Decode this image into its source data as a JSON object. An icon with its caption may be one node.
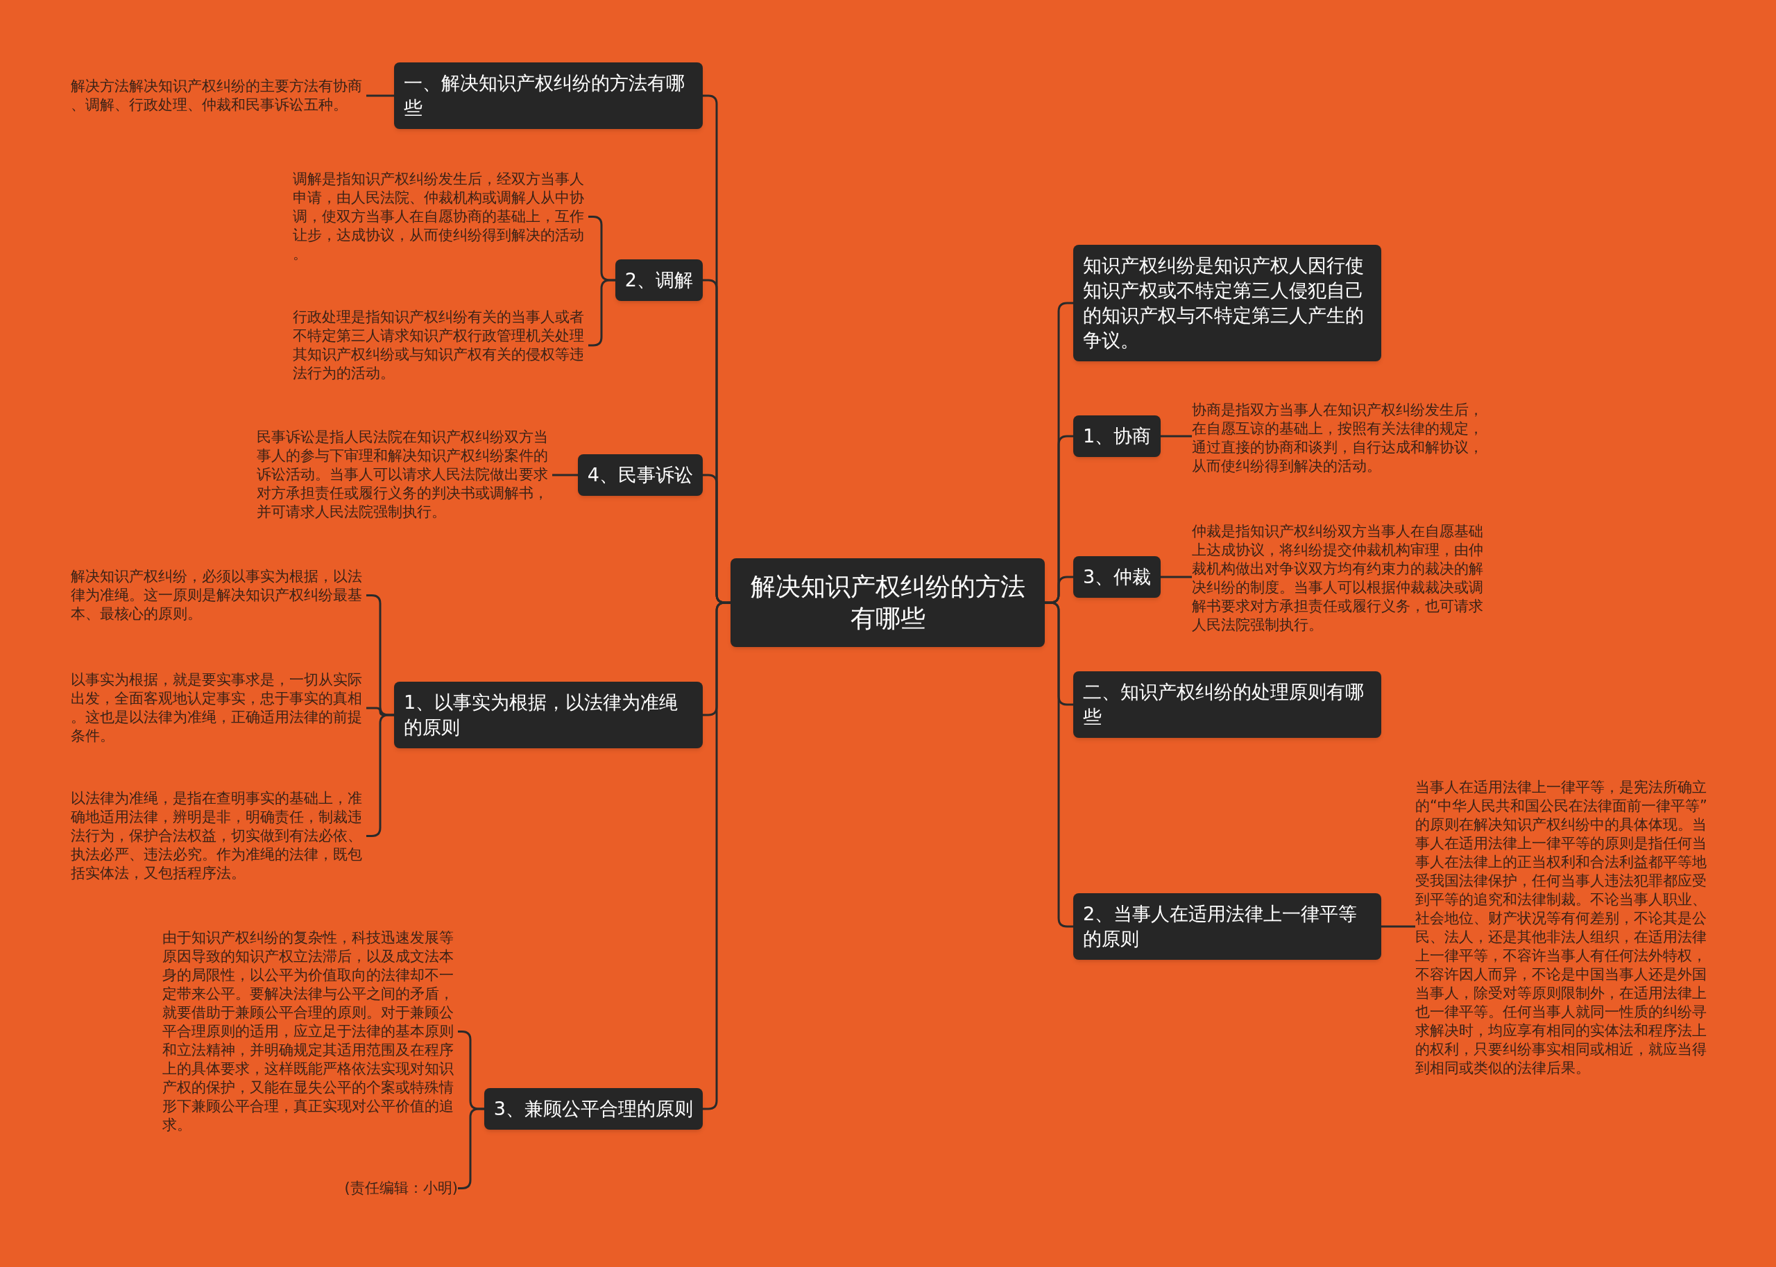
{
  "diagram": {
    "nodes": [
      {
        "text": [
          "解决知识产权纠纷的方法有哪些"
        ]
      },
      {
        "text": [
          "一、解决知识产权纠纷的方法有哪些"
        ]
      },
      {
        "text": [
          "解决方法解决知识产权纠纷的主要方法有协商、调解、行政处理、仲裁和民事诉讼五种。"
        ]
      },
      {
        "text": [
          "2、调解"
        ]
      },
      {
        "text": [
          "调解是指知识产权纠纷发生后，经双方当事人申请，由人民法院、仲裁机构或调解人从中协调，使双方当事人在自愿协商的基础上，互作让步，达成协议，从而使纠纷得到解决的活动。"
        ]
      },
      {
        "text": [
          "行政处理是指知识产权纠纷有关的当事人或者不特定第三人请求知识产权行政管理机关处理其知识产权纠纷或与知识产权有关的侵权等违法行为的活动。"
        ]
      },
      {
        "text": [
          "4、民事诉讼"
        ]
      },
      {
        "text": [
          "民事诉讼是指人民法院在知识产权纠纷双方当事人的参与下审理和解决知识产权纠纷案件的诉讼活动。当事人可以请求人民法院做出要求对方承担责任或履行义务的判决书或调解书，并可请求人民法院强制执行。"
        ]
      },
      {
        "text": [
          "1、以事实为根据，以法律为准绳的原则"
        ]
      },
      {
        "text": [
          "解决知识产权纠纷，必须以事实为根据，以法律为准绳。这一原则是解决知识产权纠纷最基本、最核心的原则。"
        ]
      },
      {
        "text": [
          "以事实为根据，就是要实事求是，一切从实际出发，全面客观地认定事实，忠于事实的真相。这也是以法律为准绳，正确适用法律的前提条件。"
        ]
      },
      {
        "text": [
          "以法律为准绳，是指在查明事实的基础上，准确地适用法律，辨明是非，明确责任，制裁违法行为，保护合法权益，切实做到有法必依、执法必严、违法必究。作为准绳的法律，既包括实体法，又包括程序法。"
        ]
      },
      {
        "text": [
          "3、兼顾公平合理的原则"
        ]
      },
      {
        "text": [
          "由于知识产权纠纷的复杂性，科技迅速发展等原因导致的知识产权立法滞后，以及成文法本身的局限性，以公平为价值取向的法律却不一定带来公平。要解决法律与公平之间的矛盾，就要借助于兼顾公平合理的原则。对于兼顾公平合理原则的适用，应立足于法律的基本原则和立法精神，并明确规定其适用范围及在程序上的具体要求，这样既能严格依法实现对知识产权的保护，又能在显失公平的个案或特殊情形下兼顾公平合理，真正实现对公平价值的追求。"
        ]
      },
      {
        "text": [
          "(责任编辑：小明)"
        ]
      },
      {
        "text": [
          "知识产权纠纷是知识产权人因行使知识产权或不特定第三人侵犯自己的知识产权与不特定第三人产生的争议。"
        ]
      },
      {
        "text": [
          "1、协商"
        ]
      },
      {
        "text": [
          "协商是指双方当事人在知识产权纠纷发生后，在自愿互谅的基础上，按照有关法律的规定，通过直接的协商和谈判，自行达成和解协议，从而使纠纷得到解决的活动。"
        ]
      },
      {
        "text": [
          "3、仲裁"
        ]
      },
      {
        "text": [
          "仲裁是指知识产权纠纷双方当事人在自愿基础上达成协议，将纠纷提交仲裁机构审理，由仲裁机构做出对争议双方均有约束力的裁决的解决纠纷的制度。当事人可以根据仲裁裁决或调解书要求对方承担责任或履行义务，也可请求人民法院强制执行。"
        ]
      },
      {
        "text": [
          "二、知识产权纠纷的处理原则有哪些"
        ]
      },
      {
        "text": [
          "2、当事人在适用法律上一律平等的原则"
        ]
      },
      {
        "text": [
          "当事人在适用法律上一律平等，是宪法所确立的“中华人民共和国公民在法律面前一律平等”的原则在解决知识产权纠纷中的具体体现。当事人在适用法律上一律平等的原则是指任何当事人在法律上的正当权利和合法利益都平等地受我国法律保护，任何当事人违法犯罪都应受到平等的追究和法律制裁。不论当事人职业、社会地位、财产状况等有何差别，不论其是公民、法人，还是其他非法人组织，在适用法律上一律平等，不容许当事人有任何法外特权，不容许因人而异，不论是中国当事人还是外国当事人，除受对等原则限制外，在适用法律上也一律平等。任何当事人就同一性质的纠纷寻求解决时，均应享有相同的实体法和程序法上的权利，只要纠纷事实相同或相近，就应当得到相同或类似的法律后果。"
        ]
      }
    ],
    "edges": [
      {
        "from": 0,
        "to": 1,
        "arrow": "none"
      },
      {
        "from": 1,
        "to": 2,
        "arrow": "none"
      },
      {
        "from": 0,
        "to": 3,
        "arrow": "none"
      },
      {
        "from": 3,
        "to": 4,
        "arrow": "none"
      },
      {
        "from": 3,
        "to": 5,
        "arrow": "none"
      },
      {
        "from": 0,
        "to": 6,
        "arrow": "none"
      },
      {
        "from": 6,
        "to": 7,
        "arrow": "none"
      },
      {
        "from": 0,
        "to": 8,
        "arrow": "none"
      },
      {
        "from": 8,
        "to": 9,
        "arrow": "none"
      },
      {
        "from": 8,
        "to": 10,
        "arrow": "none"
      },
      {
        "from": 8,
        "to": 11,
        "arrow": "none"
      },
      {
        "from": 0,
        "to": 12,
        "arrow": "none"
      },
      {
        "from": 12,
        "to": 13,
        "arrow": "none"
      },
      {
        "from": 12,
        "to": 14,
        "arrow": "none"
      },
      {
        "from": 0,
        "to": 15,
        "arrow": "none"
      },
      {
        "from": 0,
        "to": 16,
        "arrow": "none"
      },
      {
        "from": 16,
        "to": 17,
        "arrow": "none"
      },
      {
        "from": 0,
        "to": 18,
        "arrow": "none"
      },
      {
        "from": 18,
        "to": 19,
        "arrow": "none"
      },
      {
        "from": 0,
        "to": 20,
        "arrow": "none"
      },
      {
        "from": 0,
        "to": 21,
        "arrow": "none"
      },
      {
        "from": 21,
        "to": 22,
        "arrow": "none"
      }
    ]
  }
}
